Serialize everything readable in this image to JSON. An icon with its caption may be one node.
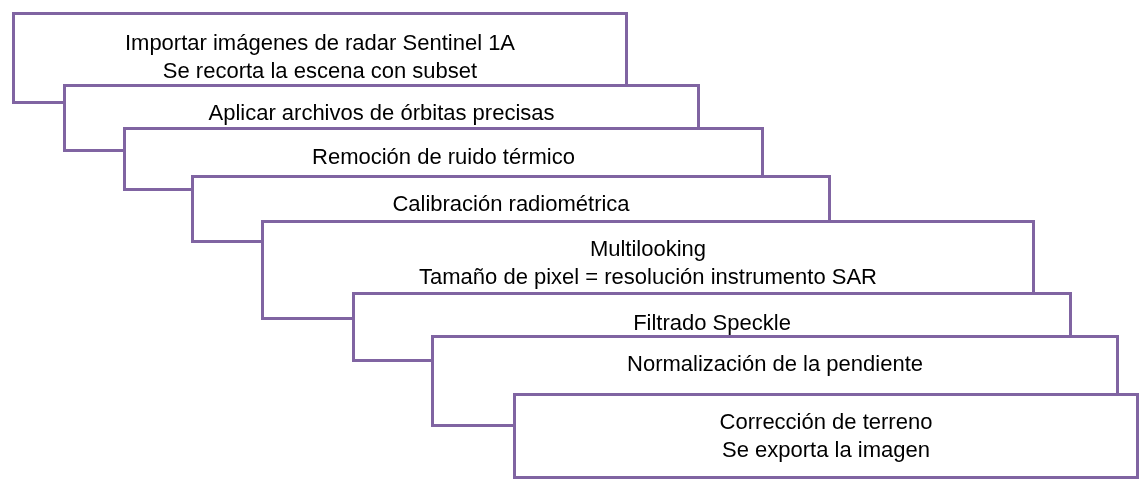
{
  "diagram": {
    "nodes": [
      {
        "text": [
          "Importar imágenes de radar Sentinel 1A",
          "Se recorta la escena con subset"
        ]
      },
      {
        "text": [
          "Aplicar archivos de órbitas precisas"
        ]
      },
      {
        "text": [
          "Remoción de ruido térmico"
        ]
      },
      {
        "text": [
          "Calibración radiométrica"
        ]
      },
      {
        "text": [
          "Multilooking",
          "Tamaño de pixel = resolución instrumento SAR"
        ]
      },
      {
        "text": [
          "Filtrado Speckle"
        ]
      },
      {
        "text": [
          "Normalización de la pendiente"
        ]
      },
      {
        "text": [
          "Corrección de terreno",
          "Se exporta la imagen"
        ]
      }
    ]
  }
}
